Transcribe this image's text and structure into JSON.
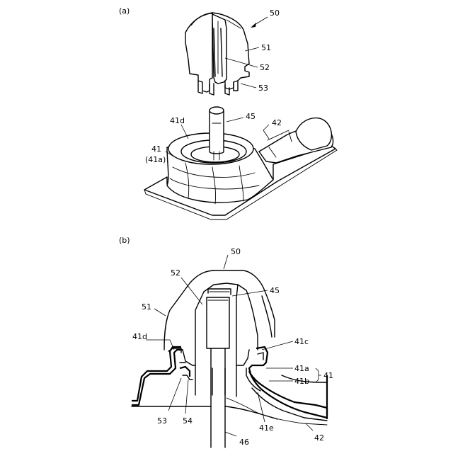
{
  "panels": {
    "a": {
      "label": "(a)",
      "refs": {
        "r50": "50",
        "r51": "51",
        "r52": "52",
        "r53": "53",
        "r45": "45",
        "r42": "42",
        "r41d": "41d",
        "r41": "41",
        "r41a": "(41a)"
      }
    },
    "b": {
      "label": "(b)",
      "refs": {
        "r50": "50",
        "r52": "52",
        "r45": "45",
        "r51": "51",
        "r41d": "41d",
        "r41c": "41c",
        "r41a": "41a",
        "r41b": "41b",
        "r41": "41",
        "r53": "53",
        "r54": "54",
        "r41e": "41e",
        "r46": "46",
        "r42": "42"
      }
    }
  }
}
